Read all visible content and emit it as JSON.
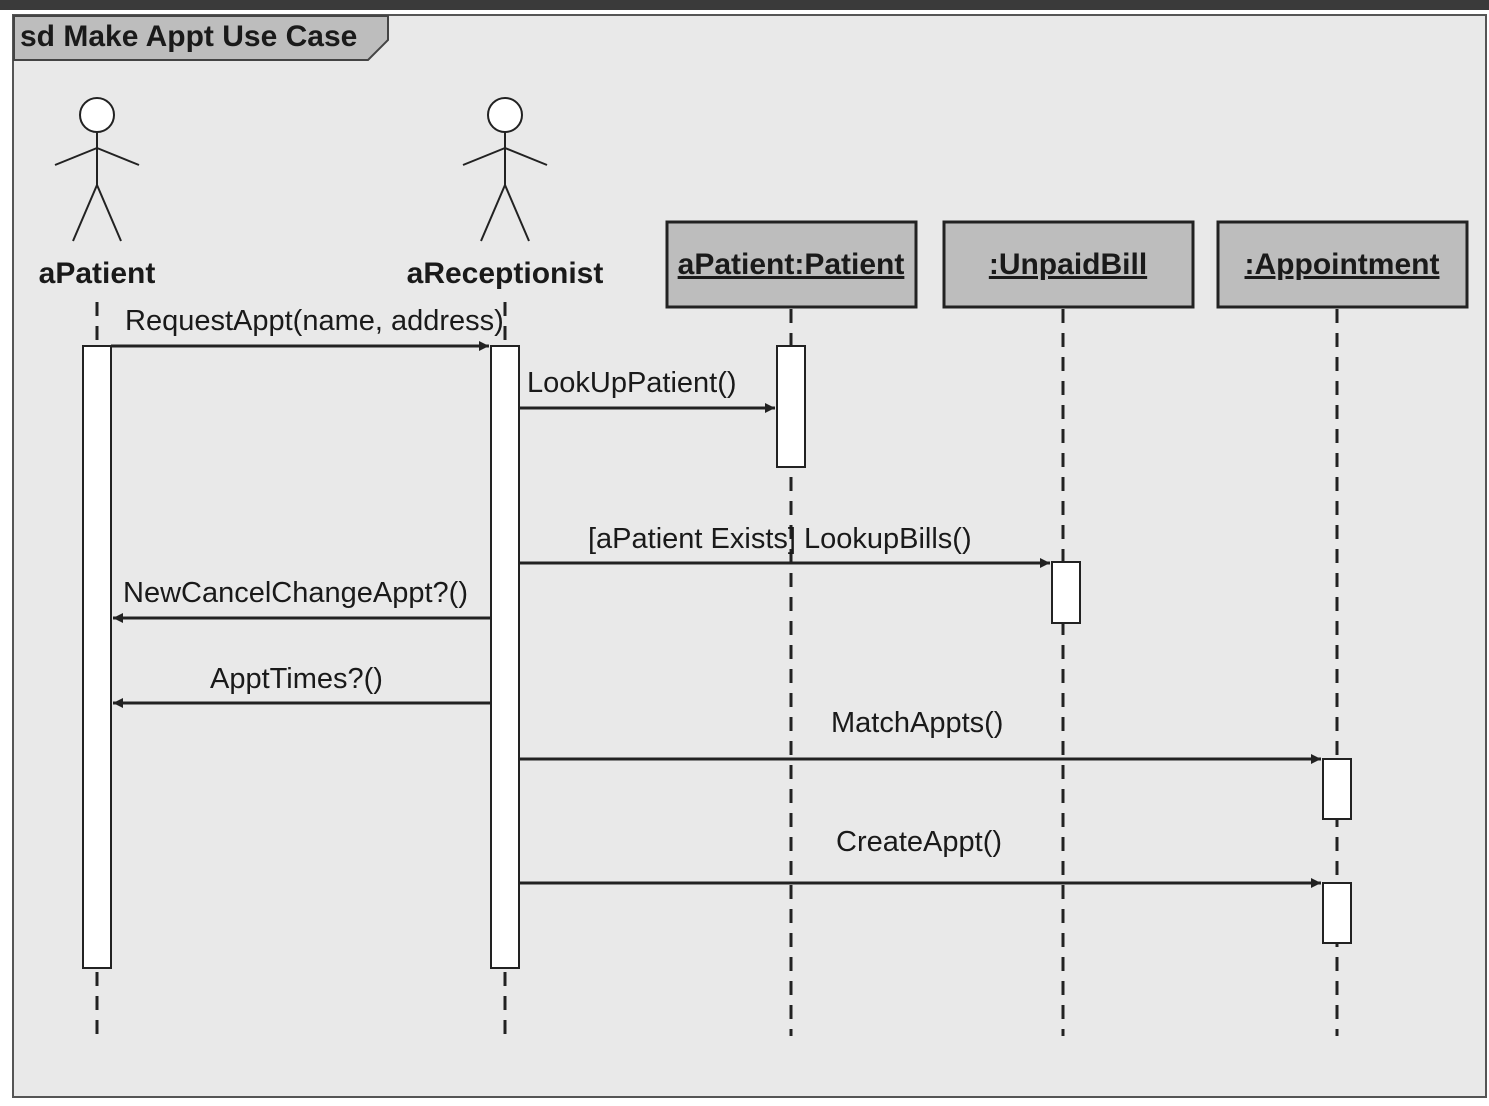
{
  "frame": {
    "title": "sd Make Appt Use Case"
  },
  "actors": [
    {
      "id": "apatient",
      "label": "aPatient"
    },
    {
      "id": "areceptionist",
      "label": "aReceptionist"
    }
  ],
  "objects": [
    {
      "id": "patient",
      "label": "aPatient:Patient"
    },
    {
      "id": "unpaidbill",
      "label": ":UnpaidBill"
    },
    {
      "id": "appointment",
      "label": ":Appointment"
    }
  ],
  "messages": [
    {
      "id": "request-appt",
      "label": "RequestAppt(name, address)"
    },
    {
      "id": "lookup-patient",
      "label": "LookUpPatient()"
    },
    {
      "id": "lookup-bills",
      "label": "[aPatient Exists] LookupBills()"
    },
    {
      "id": "new-cancel-change",
      "label": "NewCancelChangeAppt?()"
    },
    {
      "id": "appt-times",
      "label": "ApptTimes?()"
    },
    {
      "id": "match-appts",
      "label": "MatchAppts()"
    },
    {
      "id": "create-appt",
      "label": "CreateAppt()"
    }
  ]
}
